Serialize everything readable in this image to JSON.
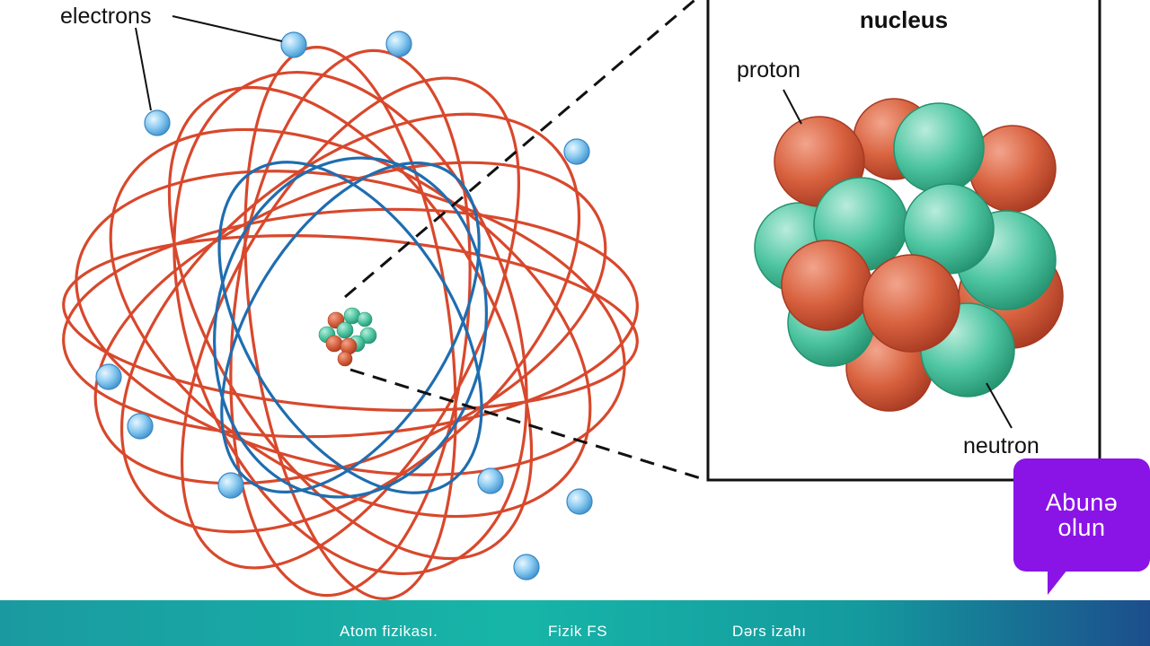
{
  "diagram": {
    "electrons_label": "electrons",
    "nucleus_title": "nucleus",
    "proton_label": "proton",
    "neutron_label": "neutron"
  },
  "subscribe": {
    "line1": "Abunə",
    "line2": "olun",
    "color": "#8a14e6"
  },
  "footer": {
    "items": [
      "Atom fizikası.",
      "Fizik FS",
      "Dərs izahı"
    ]
  },
  "colors": {
    "outer_orbit": "#d8482c",
    "inner_orbit": "#1f6db0",
    "proton": "#d65a3c",
    "neutron": "#3fbf9a",
    "electron": "#7cc3ee"
  }
}
